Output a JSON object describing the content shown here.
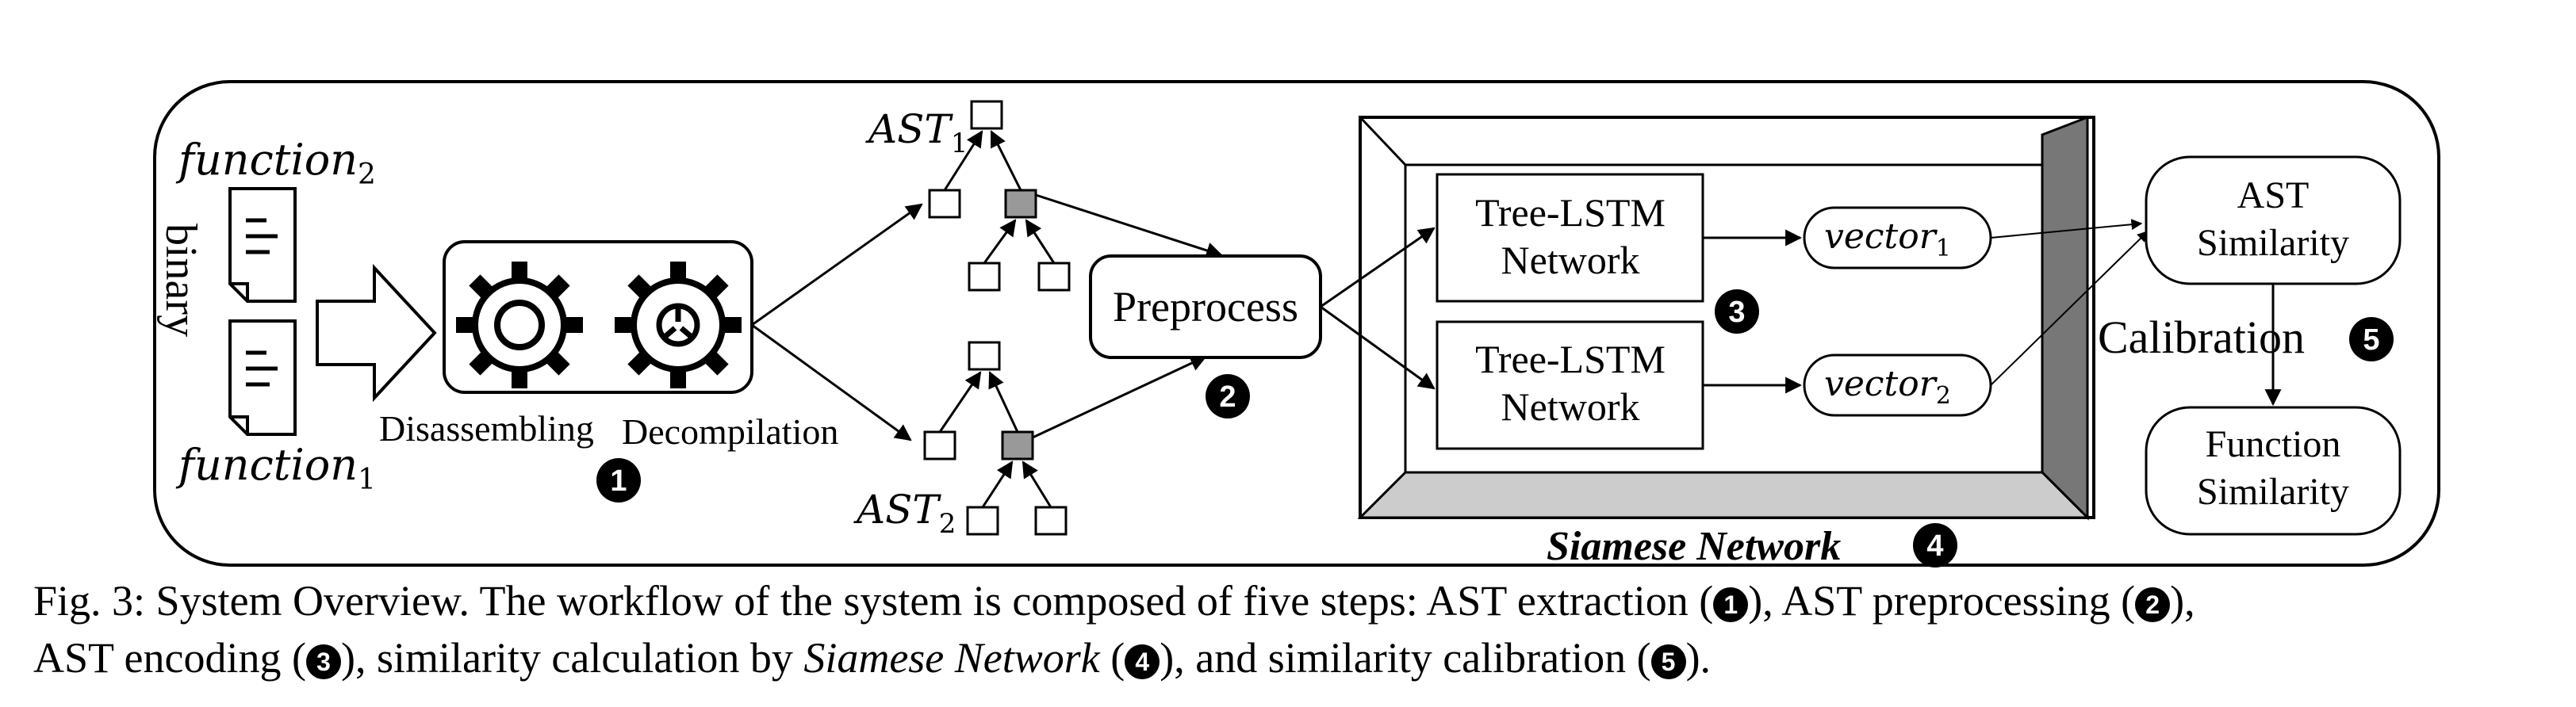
{
  "diagram": {
    "input": {
      "function2": {
        "base": "function",
        "sub": "2"
      },
      "function1": {
        "base": "function",
        "sub": "1"
      },
      "binary_label": "binary"
    },
    "step1": {
      "label_left": "Disassembling",
      "label_right": "Decompilation",
      "badge": "1"
    },
    "ast": {
      "ast1": {
        "base": "AST",
        "sub": "1"
      },
      "ast2": {
        "base": "AST",
        "sub": "2"
      }
    },
    "step2": {
      "label": "Preprocess",
      "badge": "2"
    },
    "siamese": {
      "lstm_top": [
        "Tree-LSTM",
        "Network"
      ],
      "lstm_bottom": [
        "Tree-LSTM",
        "Network"
      ],
      "badge3": "3",
      "vector1": {
        "base": "vector",
        "sub": "1"
      },
      "vector2": {
        "base": "vector",
        "sub": "2"
      },
      "title": "Siamese Network",
      "badge4": "4"
    },
    "output": {
      "ast_similarity": [
        "AST",
        "Similarity"
      ],
      "calibration": "Calibration",
      "badge5": "5",
      "function_similarity": [
        "Function",
        "Similarity"
      ]
    }
  },
  "caption": {
    "part1": "Fig. 3: System Overview. The workflow of the system is composed of five steps: AST extraction (",
    "b1": "1",
    "part2": "), AST preprocessing (",
    "b2": "2",
    "part3": "),",
    "part4": "AST encoding (",
    "b3": "3",
    "part5": "), similarity calculation by ",
    "italic": "Siamese Network",
    "part6": " (",
    "b4": "4",
    "part7": "), and similarity calibration (",
    "b5": "5",
    "part8": ")."
  }
}
